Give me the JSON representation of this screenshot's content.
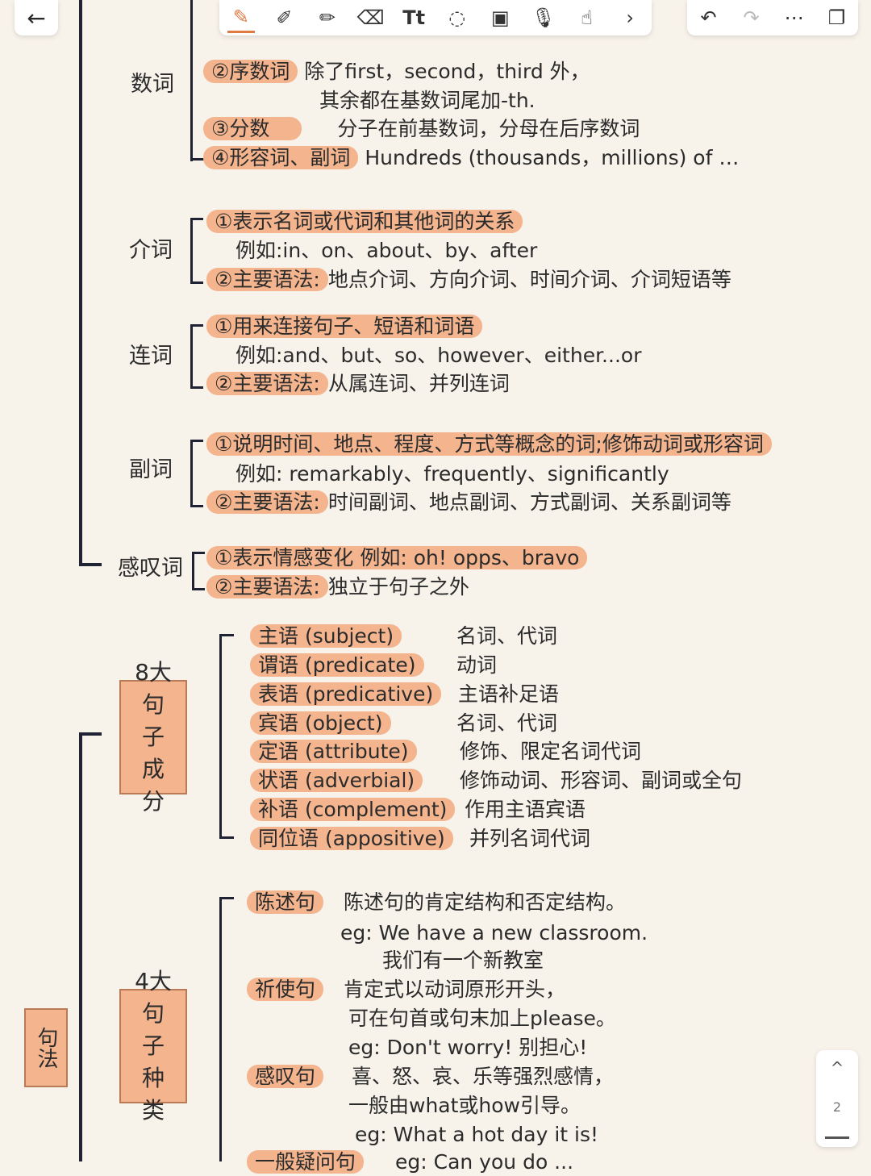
{
  "toolbar": {
    "back_icon": "←",
    "tools": [
      "pen-icon",
      "pencil-icon",
      "highlighter-icon",
      "eraser-icon",
      "text-icon",
      "lasso-icon",
      "image-icon",
      "mic-icon",
      "hand-icon"
    ],
    "more_icon": "›",
    "undo_icon": "↶",
    "redo_icon": "↷",
    "menu_icon": "⋯",
    "pages_icon": "❐"
  },
  "notes": {
    "numerals": {
      "label": "数词",
      "items": [
        {
          "tag": "②序数词",
          "text": "除了first，second，third 外，"
        },
        {
          "tag": "",
          "text": "其余都在基数词尾加-th."
        },
        {
          "tag": "③分数",
          "text": "分子在前基数词，分母在后序数词"
        },
        {
          "tag": "④形容词、副词",
          "text": "Hundreds (thousands，millions) of …"
        }
      ]
    },
    "prepositions": {
      "label": "介词",
      "items": [
        {
          "tag": "①表示名词或代词和其他词的关系",
          "text": ""
        },
        {
          "tag": "",
          "text": "例如:in、on、about、by、after"
        },
        {
          "tag": "②主要语法:",
          "text": "地点介词、方向介词、时间介词、介词短语等"
        }
      ]
    },
    "conjunctions": {
      "label": "连词",
      "items": [
        {
          "tag": "①用来连接句子、短语和词语",
          "text": ""
        },
        {
          "tag": "",
          "text": "例如:and、but、so、however、either...or"
        },
        {
          "tag": "②主要语法:",
          "text": "从属连词、并列连词"
        }
      ]
    },
    "adverbs": {
      "label": "副词",
      "items": [
        {
          "tag": "①说明时间、地点、程度、方式等概念的词;修饰动词或形容词",
          "text": ""
        },
        {
          "tag": "",
          "text": "例如: remarkably、frequently、significantly"
        },
        {
          "tag": "②主要语法:",
          "text": "时间副词、地点副词、方式副词、关系副词等"
        }
      ]
    },
    "interjections": {
      "label": "感叹词",
      "items": [
        {
          "tag": "①表示情感变化 例如: oh! opps、bravo",
          "text": ""
        },
        {
          "tag": "②主要语法:",
          "text": "独立于句子之外"
        }
      ]
    },
    "syntax": {
      "label": "句法",
      "components": {
        "label": "8大句子成分",
        "items": [
          {
            "tag": "主语 (subject)",
            "text": "名词、代词"
          },
          {
            "tag": "谓语 (predicate)",
            "text": "动词"
          },
          {
            "tag": "表语 (predicative)",
            "text": "主语补足语"
          },
          {
            "tag": "宾语 (object)",
            "text": "名词、代词"
          },
          {
            "tag": "定语 (attribute)",
            "text": "修饰、限定名词代词"
          },
          {
            "tag": "状语 (adverbial)",
            "text": "修饰动词、形容词、副词或全句"
          },
          {
            "tag": "补语 (complement)",
            "text": "作用主语宾语"
          },
          {
            "tag": "同位语 (appositive)",
            "text": "并列名词代词"
          }
        ]
      },
      "types": {
        "label": "4大句子种类",
        "declarative_tag": "陈述句",
        "declarative_lines": [
          "陈述句的肯定结构和否定结构。",
          "eg: We have a new classroom.",
          "我们有一个新教室"
        ],
        "imperative_tag": "祈使句",
        "imperative_lines": [
          "肯定式以动词原形开头，",
          "可在句首或句末加上please。",
          "eg: Don't worry!  别担心!"
        ],
        "exclamatory_tag": "感叹句",
        "exclamatory_lines": [
          "喜、怒、哀、乐等强烈感情，",
          "一般由what或how引导。",
          "eg: What a hot day it is!"
        ],
        "interrogative_tag": "一般疑问句",
        "interrogative_line": "eg: Can you do ..."
      }
    }
  },
  "pager": {
    "up_icon": "^",
    "page": "2"
  }
}
